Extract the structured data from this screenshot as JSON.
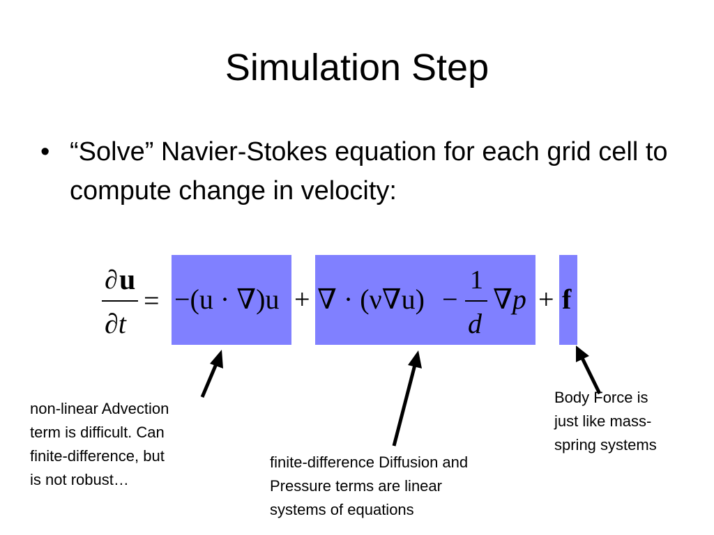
{
  "slide": {
    "title": "Simulation Step",
    "bullet": "“Solve” Navier-Stokes equation for each grid cell to compute change in velocity:",
    "bullet_symbol": "•",
    "highlight_color": "#8080ff"
  },
  "equation": {
    "lhs_num_partial": "∂",
    "lhs_num_u": "u",
    "lhs_den": "∂t",
    "equals": "=",
    "advection": "−(u · ∇)u",
    "plus1": "+",
    "diffusion": "∇ · (ν∇u)",
    "minus": "−",
    "frac_num": "1",
    "frac_den": "d",
    "pressure": "∇p",
    "plus2": "+",
    "force": "f"
  },
  "captions": {
    "advection": "non-linear Advection\nterm is difficult. Can\nfinite-difference, but\nis not robust…",
    "diffusion_pressure": "finite-difference Diffusion and\nPressure terms are linear\nsystems of equations",
    "body_force": "Body Force is\njust like mass-\nspring systems"
  }
}
